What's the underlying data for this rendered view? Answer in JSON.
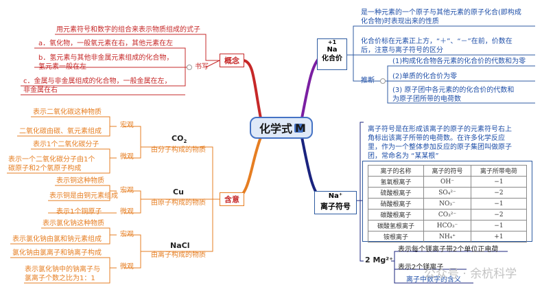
{
  "center": {
    "title": "化学式",
    "tag": "M"
  },
  "concept": {
    "label": "概念",
    "definition": "用元素符号和数字的组合来表示物质组成的式子",
    "writing_label": "书写",
    "items": [
      "a．氧化物，一般氧元素在右，其他元素在左",
      "b．氢元素与其他非金属元素组成的化合物，",
      "氢元素一般在左",
      "c．金属与非金属组成的化合物，一般金属在左，",
      "非金属在右"
    ]
  },
  "meaning": {
    "label": "含意",
    "co2": {
      "formula": "CO2",
      "subtitle": "由分子构成的物质",
      "macro_label": "宏观",
      "micro_label": "微观",
      "macro": [
        "表示二氧化碳这种物质",
        "二氧化碳由碳、氧元素组成"
      ],
      "micro": [
        "表示1个二氧化碳分子",
        "表示一个二氧化碳分子由1个",
        "碳原子和2个氧原子构成"
      ]
    },
    "cu": {
      "formula": "Cu",
      "subtitle": "由原子构成的物质",
      "macro_label": "宏观",
      "micro_label": "微观",
      "macro": [
        "表示铜这种物质",
        "表示铜是由铜元素组成"
      ],
      "micro": [
        "表示1个铜原子"
      ]
    },
    "nacl": {
      "formula": "NaCl",
      "subtitle": "由离子构成的物质",
      "macro_label": "宏观",
      "micro_label": "微观",
      "macro": [
        "表示氯化钠这种物质",
        "表示氯化钠由氯和钠元素组成"
      ],
      "micro": [
        "氯化钠由氯离子和钠离子构成",
        "表示氯化钠中的钠离子与",
        "氯离子个数之比为1：1"
      ]
    }
  },
  "valence": {
    "symbol_top": "+1",
    "symbol": "Na",
    "label": "化合价",
    "definition": [
      "是一种元素的一个原子与其他元素的原子化合(即构成",
      "化合物)时表现出来的性质"
    ],
    "notation": [
      "化合价标在元素正上方，“＋”、“－”在前，价数在",
      "后，注意与离子符号的区分"
    ],
    "rules_label": "推断",
    "rules": [
      "(1)构成化合物各元素的化合价的代数和为零",
      "(2)单质的化合价为零",
      "(3) 原子团中各元素的的化合价的代数和",
      "为原子团所带的电荷数"
    ]
  },
  "ion": {
    "symbol": "Na⁺",
    "label": "离子符号",
    "definition": [
      "离子符号是在形成该离子的原子的元素符号右上",
      "角标出该离子所带的电荷数。在许多化学反应",
      "里，作为一个整体参加反应的原子集团叫做原子",
      "团，常命名为 “某某根”"
    ],
    "table": {
      "headers": [
        "离子的名称",
        "离子的符号",
        "离子所带电荷"
      ],
      "rows": [
        [
          "氢氧根离子",
          "OH⁻",
          "−1"
        ],
        [
          "硫酸根离子",
          "SO₄²⁻",
          "−2"
        ],
        [
          "硝酸根离子",
          "NO₃⁻",
          "−1"
        ],
        [
          "碳酸根离子",
          "CO₃²⁻",
          "−2"
        ],
        [
          "碳酸氢根离子",
          "HCO₃⁻",
          "−1"
        ],
        [
          "铵根离子",
          "NH₄⁺",
          "+1"
        ]
      ]
    },
    "example": "2 Mg²⁺",
    "example_notes": [
      "表示每个镁离子带2个单位正电荷",
      "表示2个镁离子"
    ],
    "number_meaning": "离子中数字的含义"
  },
  "watermark": "公众号 · 余杭科学"
}
